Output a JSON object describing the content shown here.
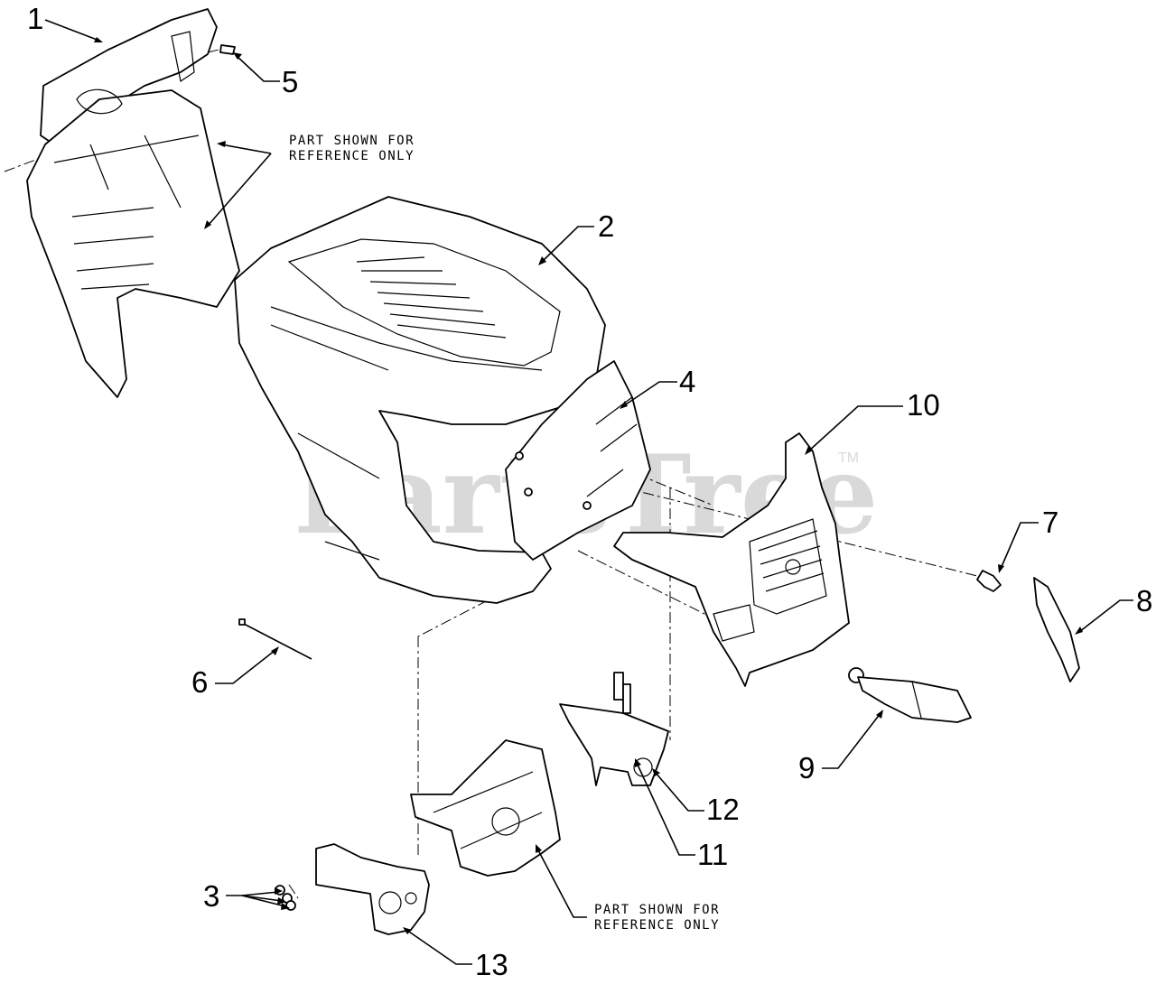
{
  "watermark": {
    "text": "PartsTree",
    "trademark": "TM"
  },
  "callouts": [
    "1",
    "2",
    "3",
    "4",
    "5",
    "6",
    "7",
    "8",
    "9",
    "10",
    "11",
    "12",
    "13"
  ],
  "reference_notes": [
    {
      "line1": "PART SHOWN FOR",
      "line2": "REFERENCE ONLY"
    },
    {
      "line1": "PART SHOWN FOR",
      "line2": "REFERENCE ONLY"
    }
  ]
}
